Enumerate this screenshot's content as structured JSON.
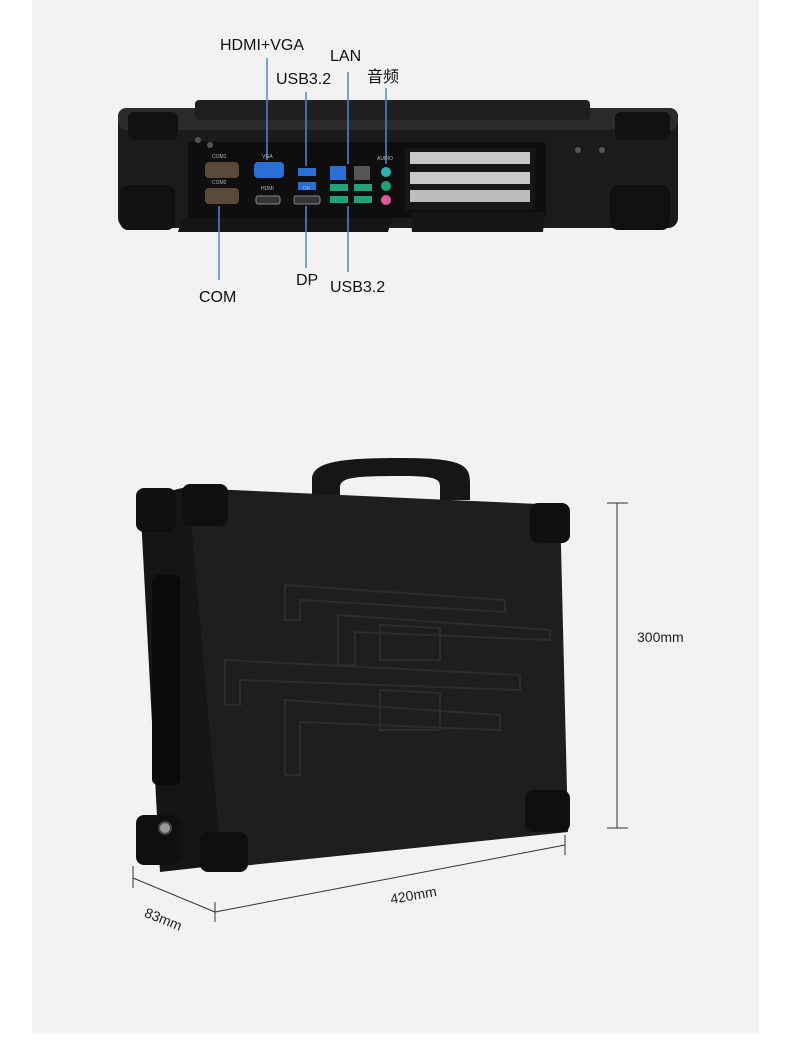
{
  "top_view": {
    "labels": {
      "hdmi_vga": "HDMI+VGA",
      "lan": "LAN",
      "usb32_top": "USB3.2",
      "audio": "音频",
      "com": "COM",
      "dp": "DP",
      "usb32_bottom": "USB3.2"
    },
    "panel_text": {
      "com1": "COM1",
      "com2": "COM2",
      "vga": "VGA",
      "hdmi": "HDMI",
      "dp": "DP",
      "audio": "AUDIO"
    }
  },
  "case_view": {
    "dimensions": {
      "height": "300mm",
      "width": "420mm",
      "depth": "83mm"
    }
  },
  "colors": {
    "background": "#f2f2f2",
    "device": "#1c1c1c",
    "usb_port": "#2a6fd6",
    "usb_green": "#1fa37a",
    "audio_pink": "#e05a9a",
    "audio_teal": "#2bb3b3"
  }
}
